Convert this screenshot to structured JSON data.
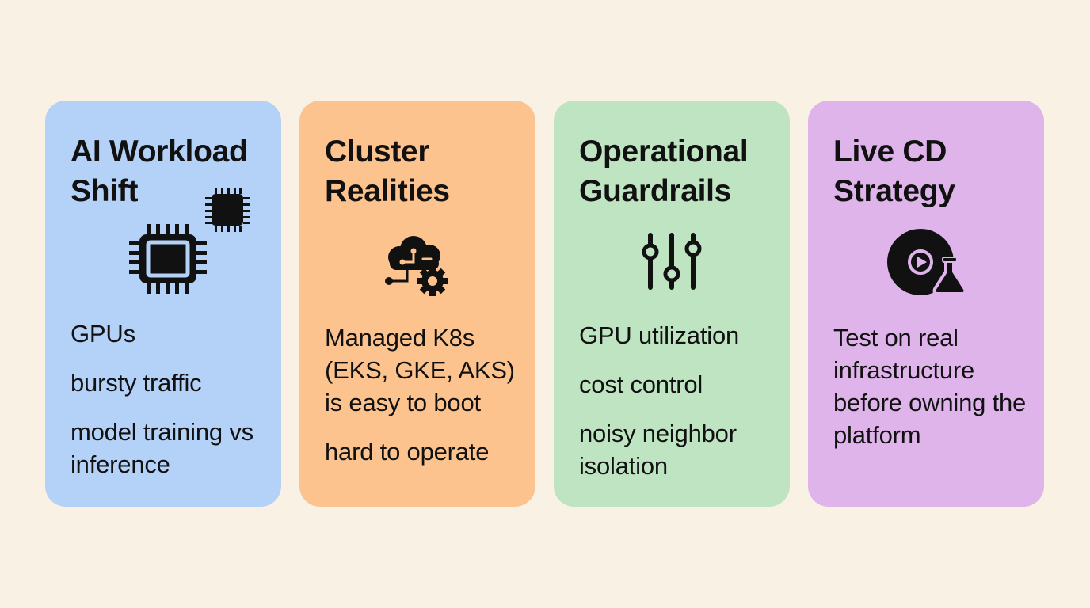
{
  "colors": {
    "background": "#f8f1e4",
    "text": "#111111",
    "card_blue": "#b4d1f8",
    "card_orange": "#fcc38e",
    "card_green": "#bee4c2",
    "card_purple": "#deb4ea"
  },
  "cards": [
    {
      "title": "AI Workload Shift",
      "icon": "cpu-chip-icon",
      "points": [
        "GPUs",
        "bursty traffic",
        "model training vs inference"
      ]
    },
    {
      "title": "Cluster Realities",
      "icon": "cloud-network-gear-icon",
      "points": [
        "Managed K8s (EKS, GKE, AKS) is easy to boot",
        "hard to operate"
      ]
    },
    {
      "title": "Operational Guardrails",
      "icon": "sliders-icon",
      "points": [
        "GPU utilization",
        "cost control",
        "noisy neighbor isolation"
      ]
    },
    {
      "title": "Live CD Strategy",
      "icon": "disc-flask-icon",
      "points": [
        "Test on real infrastructure before owning the platform"
      ]
    }
  ]
}
